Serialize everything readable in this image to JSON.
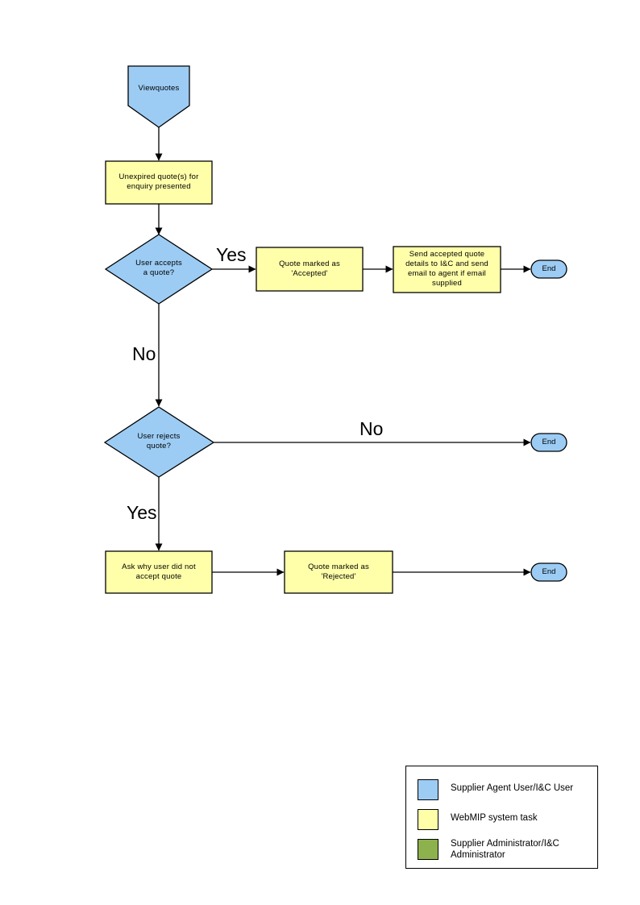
{
  "diagram": {
    "type": "flowchart",
    "title": "",
    "colors": {
      "user_blue": "#9CCCF4",
      "system_yellow": "#FFFFAA",
      "admin_green": "#8DB24D",
      "stroke": "#000000",
      "background": "#FFFFFF"
    },
    "nodes": [
      {
        "id": "start",
        "shape": "pentagon-down",
        "label": "Viewquotes",
        "fill": "#9CCCF4"
      },
      {
        "id": "unexpired",
        "shape": "rectangle",
        "label": "Unexpired quote(s) for\nenquiry presented",
        "fill": "#FFFFAA"
      },
      {
        "id": "accepts",
        "shape": "diamond",
        "label": "User accepts\na quote?",
        "fill": "#9CCCF4"
      },
      {
        "id": "marked_accepted",
        "shape": "rectangle",
        "label": "Quote  marked as\n'Accepted'",
        "fill": "#FFFFAA"
      },
      {
        "id": "send_details",
        "shape": "rectangle",
        "label": "Send accepted quote\ndetails to I&C and send\nemail to agent if email\nsupplied",
        "fill": "#FFFFAA"
      },
      {
        "id": "end1",
        "shape": "terminator",
        "label": "End",
        "fill": "#9CCCF4"
      },
      {
        "id": "rejects",
        "shape": "diamond",
        "label": "User rejects\nquote?",
        "fill": "#9CCCF4"
      },
      {
        "id": "end2",
        "shape": "terminator",
        "label": "End",
        "fill": "#9CCCF4"
      },
      {
        "id": "ask_why",
        "shape": "rectangle",
        "label": "Ask why user did not\naccept quote",
        "fill": "#FFFFAA"
      },
      {
        "id": "marked_rejected",
        "shape": "rectangle",
        "label": "Quote  marked as\n'Rejected'",
        "fill": "#FFFFAA"
      },
      {
        "id": "end3",
        "shape": "terminator",
        "label": "End",
        "fill": "#9CCCF4"
      }
    ],
    "edges": [
      {
        "from": "start",
        "to": "unexpired",
        "label": ""
      },
      {
        "from": "unexpired",
        "to": "accepts",
        "label": ""
      },
      {
        "from": "accepts",
        "to": "marked_accepted",
        "label": "Yes"
      },
      {
        "from": "marked_accepted",
        "to": "send_details",
        "label": ""
      },
      {
        "from": "send_details",
        "to": "end1",
        "label": ""
      },
      {
        "from": "accepts",
        "to": "rejects",
        "label": "No"
      },
      {
        "from": "rejects",
        "to": "end2",
        "label": "No"
      },
      {
        "from": "rejects",
        "to": "ask_why",
        "label": "Yes"
      },
      {
        "from": "ask_why",
        "to": "marked_rejected",
        "label": ""
      },
      {
        "from": "marked_rejected",
        "to": "end3",
        "label": ""
      }
    ],
    "branch_labels": {
      "yes_accepts": "Yes",
      "no_accepts": "No",
      "no_rejects": "No",
      "yes_rejects": "Yes"
    }
  },
  "legend": {
    "items": [
      {
        "color": "#9CCCF4",
        "label": "Supplier Agent User/I&C User"
      },
      {
        "color": "#FFFFAA",
        "label": "WebMIP system task"
      },
      {
        "color": "#8DB24D",
        "label": "Supplier Administrator/I&C\nAdministrator"
      }
    ]
  }
}
